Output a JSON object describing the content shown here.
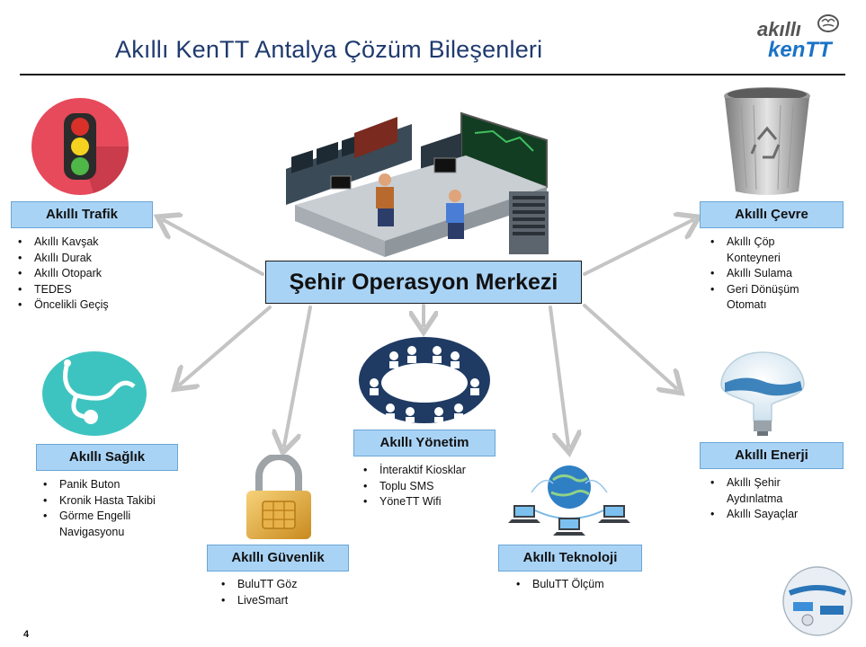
{
  "title": "Akıllı KenTT Antalya Çözüm Bileşenleri",
  "logo": {
    "line1": "akıllı",
    "line2": "kenTT"
  },
  "center": {
    "label": "Şehir Operasyon Merkezi"
  },
  "components": {
    "trafik": {
      "label": "Akıllı Trafik",
      "items": [
        "Akıllı Kavşak",
        "Akıllı Durak",
        "Akıllı Otopark",
        "TEDES",
        "Öncelikli Geçiş"
      ]
    },
    "cevre": {
      "label": "Akıllı Çevre",
      "items": [
        "Akıllı Çöp Konteyneri",
        "Akıllı Sulama",
        "Geri Dönüşüm Otomatı"
      ]
    },
    "saglik": {
      "label": "Akıllı Sağlık",
      "items": [
        "Panik Buton",
        "Kronik Hasta Takibi",
        "Görme Engelli Navigasyonu"
      ]
    },
    "yonetim": {
      "label": "Akıllı Yönetim",
      "items": [
        "İnteraktif Kiosklar",
        "Toplu SMS",
        "YöneTT Wifi"
      ]
    },
    "enerji": {
      "label": "Akıllı Enerji",
      "items": [
        "Akıllı Şehir Aydınlatma",
        "Akıllı Sayaçlar"
      ]
    },
    "guvenlik": {
      "label": "Akıllı Güvenlik",
      "items": [
        "BuluTT Göz",
        "LiveSmart"
      ]
    },
    "teknoloji": {
      "label": "Akıllı Teknoloji",
      "items": [
        "BuluTT Ölçüm"
      ]
    }
  },
  "icons": {
    "trafik": "traffic-light-icon",
    "cevre": "trash-bin-icon",
    "saglik": "stethoscope-icon",
    "yonetim": "meeting-table-icon",
    "enerji": "light-bulb-icon",
    "guvenlik": "padlock-icon",
    "teknoloji": "globe-network-icon",
    "center": "control-room-icon"
  },
  "colors": {
    "title": "#1f3a6e",
    "box_fill": "#a9d3f5",
    "arrow": "#c4c4c4"
  },
  "page_number": "4"
}
